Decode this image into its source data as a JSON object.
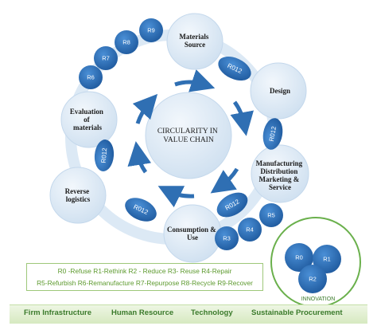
{
  "center_label": [
    "CIRCULARITY IN",
    "VALUE CHAIN"
  ],
  "stages": {
    "materials_source": [
      "Materials",
      "Source"
    ],
    "design": [
      "Design"
    ],
    "manufacturing": [
      "Manufacturing",
      "Distribution",
      "Marketing  &",
      "Service"
    ],
    "consumption": [
      "Consumption &",
      "Use"
    ],
    "reverse_logistics": [
      "Reverse",
      "logistics"
    ],
    "evaluation": [
      "Evaluation",
      "of",
      "materials"
    ]
  },
  "r_badges": {
    "top_chain": [
      "R6",
      "R7",
      "R8",
      "R9"
    ],
    "bottom_chain": [
      "R3",
      "R4",
      "R5"
    ],
    "range_label": "R012"
  },
  "innovation": {
    "label": "INNOVATION",
    "circles": [
      "R0",
      "R1",
      "R2"
    ]
  },
  "legend": {
    "line1": "R0 -Refuse  R1-Rethink  R2 - Reduce  R3- Reuse  R4-Repair",
    "line2": "R5-Refurbish R6-Remanufacture R7-Repurpose  R8-Recycle  R9-Recover"
  },
  "footer": {
    "items": [
      "Firm Infrastructure",
      "Human Resource",
      "Technology",
      "Sustainable Procurement"
    ]
  },
  "colors": {
    "ring": "#dce9f5",
    "stage_fill": "#dce9f5",
    "badge_fill": "#2f6fb3",
    "arrow": "#2f6fb3",
    "legend_text": "#5d9a2e",
    "footer_text": "#3a7a2a"
  }
}
